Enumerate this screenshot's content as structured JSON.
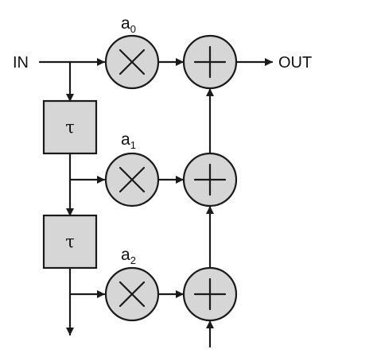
{
  "diagram": {
    "input_label": "IN",
    "output_label": "OUT",
    "delay_label": "τ",
    "coefficients": [
      {
        "base": "a",
        "subscript": "0"
      },
      {
        "base": "a",
        "subscript": "1"
      },
      {
        "base": "a",
        "subscript": "2"
      }
    ],
    "colors": {
      "node_fill": "#d6d6d6",
      "stroke": "#1a1a1a",
      "text": "#111111"
    }
  }
}
